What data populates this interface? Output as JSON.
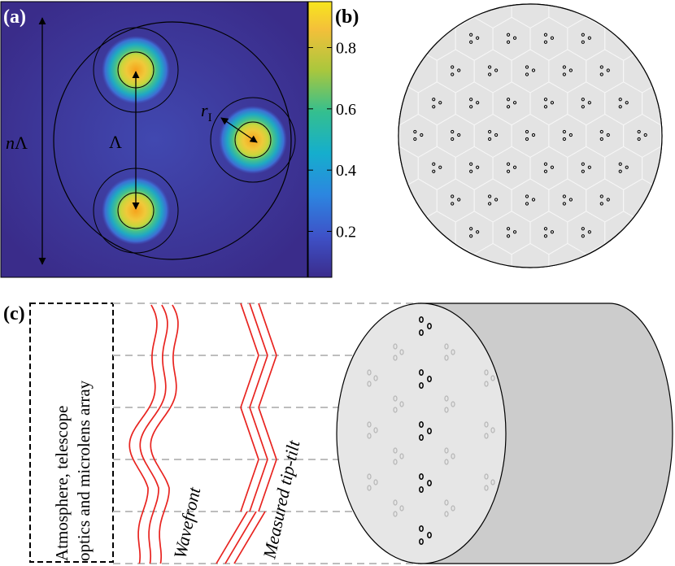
{
  "panel_a": {
    "label": "(a)",
    "colorbar_ticks": [
      "0.8",
      "0.6",
      "0.4",
      "0.2"
    ],
    "colorbar_tick_values": [
      0.8,
      0.6,
      0.4,
      0.2
    ],
    "label_n": "n",
    "label_lambda": "Λ",
    "label_spacing": "Λ",
    "label_r": "r",
    "label_r_sub": "I",
    "colors": {
      "low": "#3b2d8c",
      "mid": "#22b5ad",
      "high": "#f8e61f",
      "core": "#f39a2a"
    }
  },
  "panel_b": {
    "label": "(b)",
    "cell_fill": "#e3e3e3"
  },
  "panel_c": {
    "label": "(c)",
    "box_line1": "Atmosphere, telescope",
    "box_line2": "optics and microlens array",
    "wavefront_label": "Wavefront",
    "tiptilt_label": "Measured tip-tilt",
    "wave_color": "#e8231f"
  }
}
